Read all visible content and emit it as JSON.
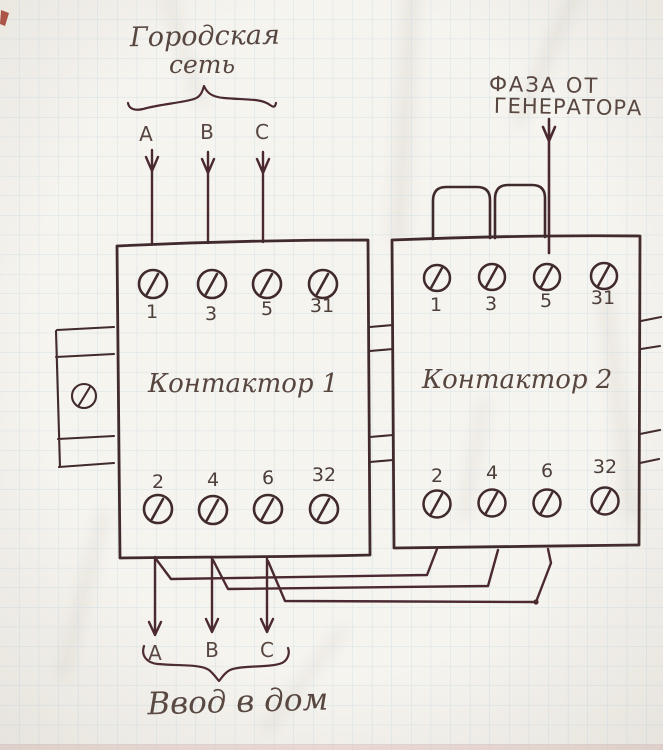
{
  "colors": {
    "paper": "#f6f4ef",
    "grid": "#b9d2e4",
    "ink": "#412a2c",
    "wire": "#4b2930",
    "pencil": "#57463f",
    "numink": "#4c3e38",
    "corner_mark": "#a63b2e"
  },
  "source": {
    "line1": "Городская",
    "line2": "сеть"
  },
  "generator": {
    "line1": "ФАЗА ОТ",
    "line2": "ГЕНЕРАТОРА"
  },
  "phases_in": [
    "A",
    "B",
    "C"
  ],
  "phases_out": [
    "A",
    "B",
    "C"
  ],
  "contactor1": {
    "name": "Контактор 1",
    "terminals_top": [
      "1",
      "3",
      "5",
      "31"
    ],
    "terminals_bottom": [
      "2",
      "4",
      "6",
      "32"
    ]
  },
  "contactor2": {
    "name": "Контактор 2",
    "terminals_top": [
      "1",
      "3",
      "5",
      "31"
    ],
    "terminals_bottom": [
      "2",
      "4",
      "6",
      "32"
    ]
  },
  "house": {
    "label": "Ввод в дом"
  }
}
